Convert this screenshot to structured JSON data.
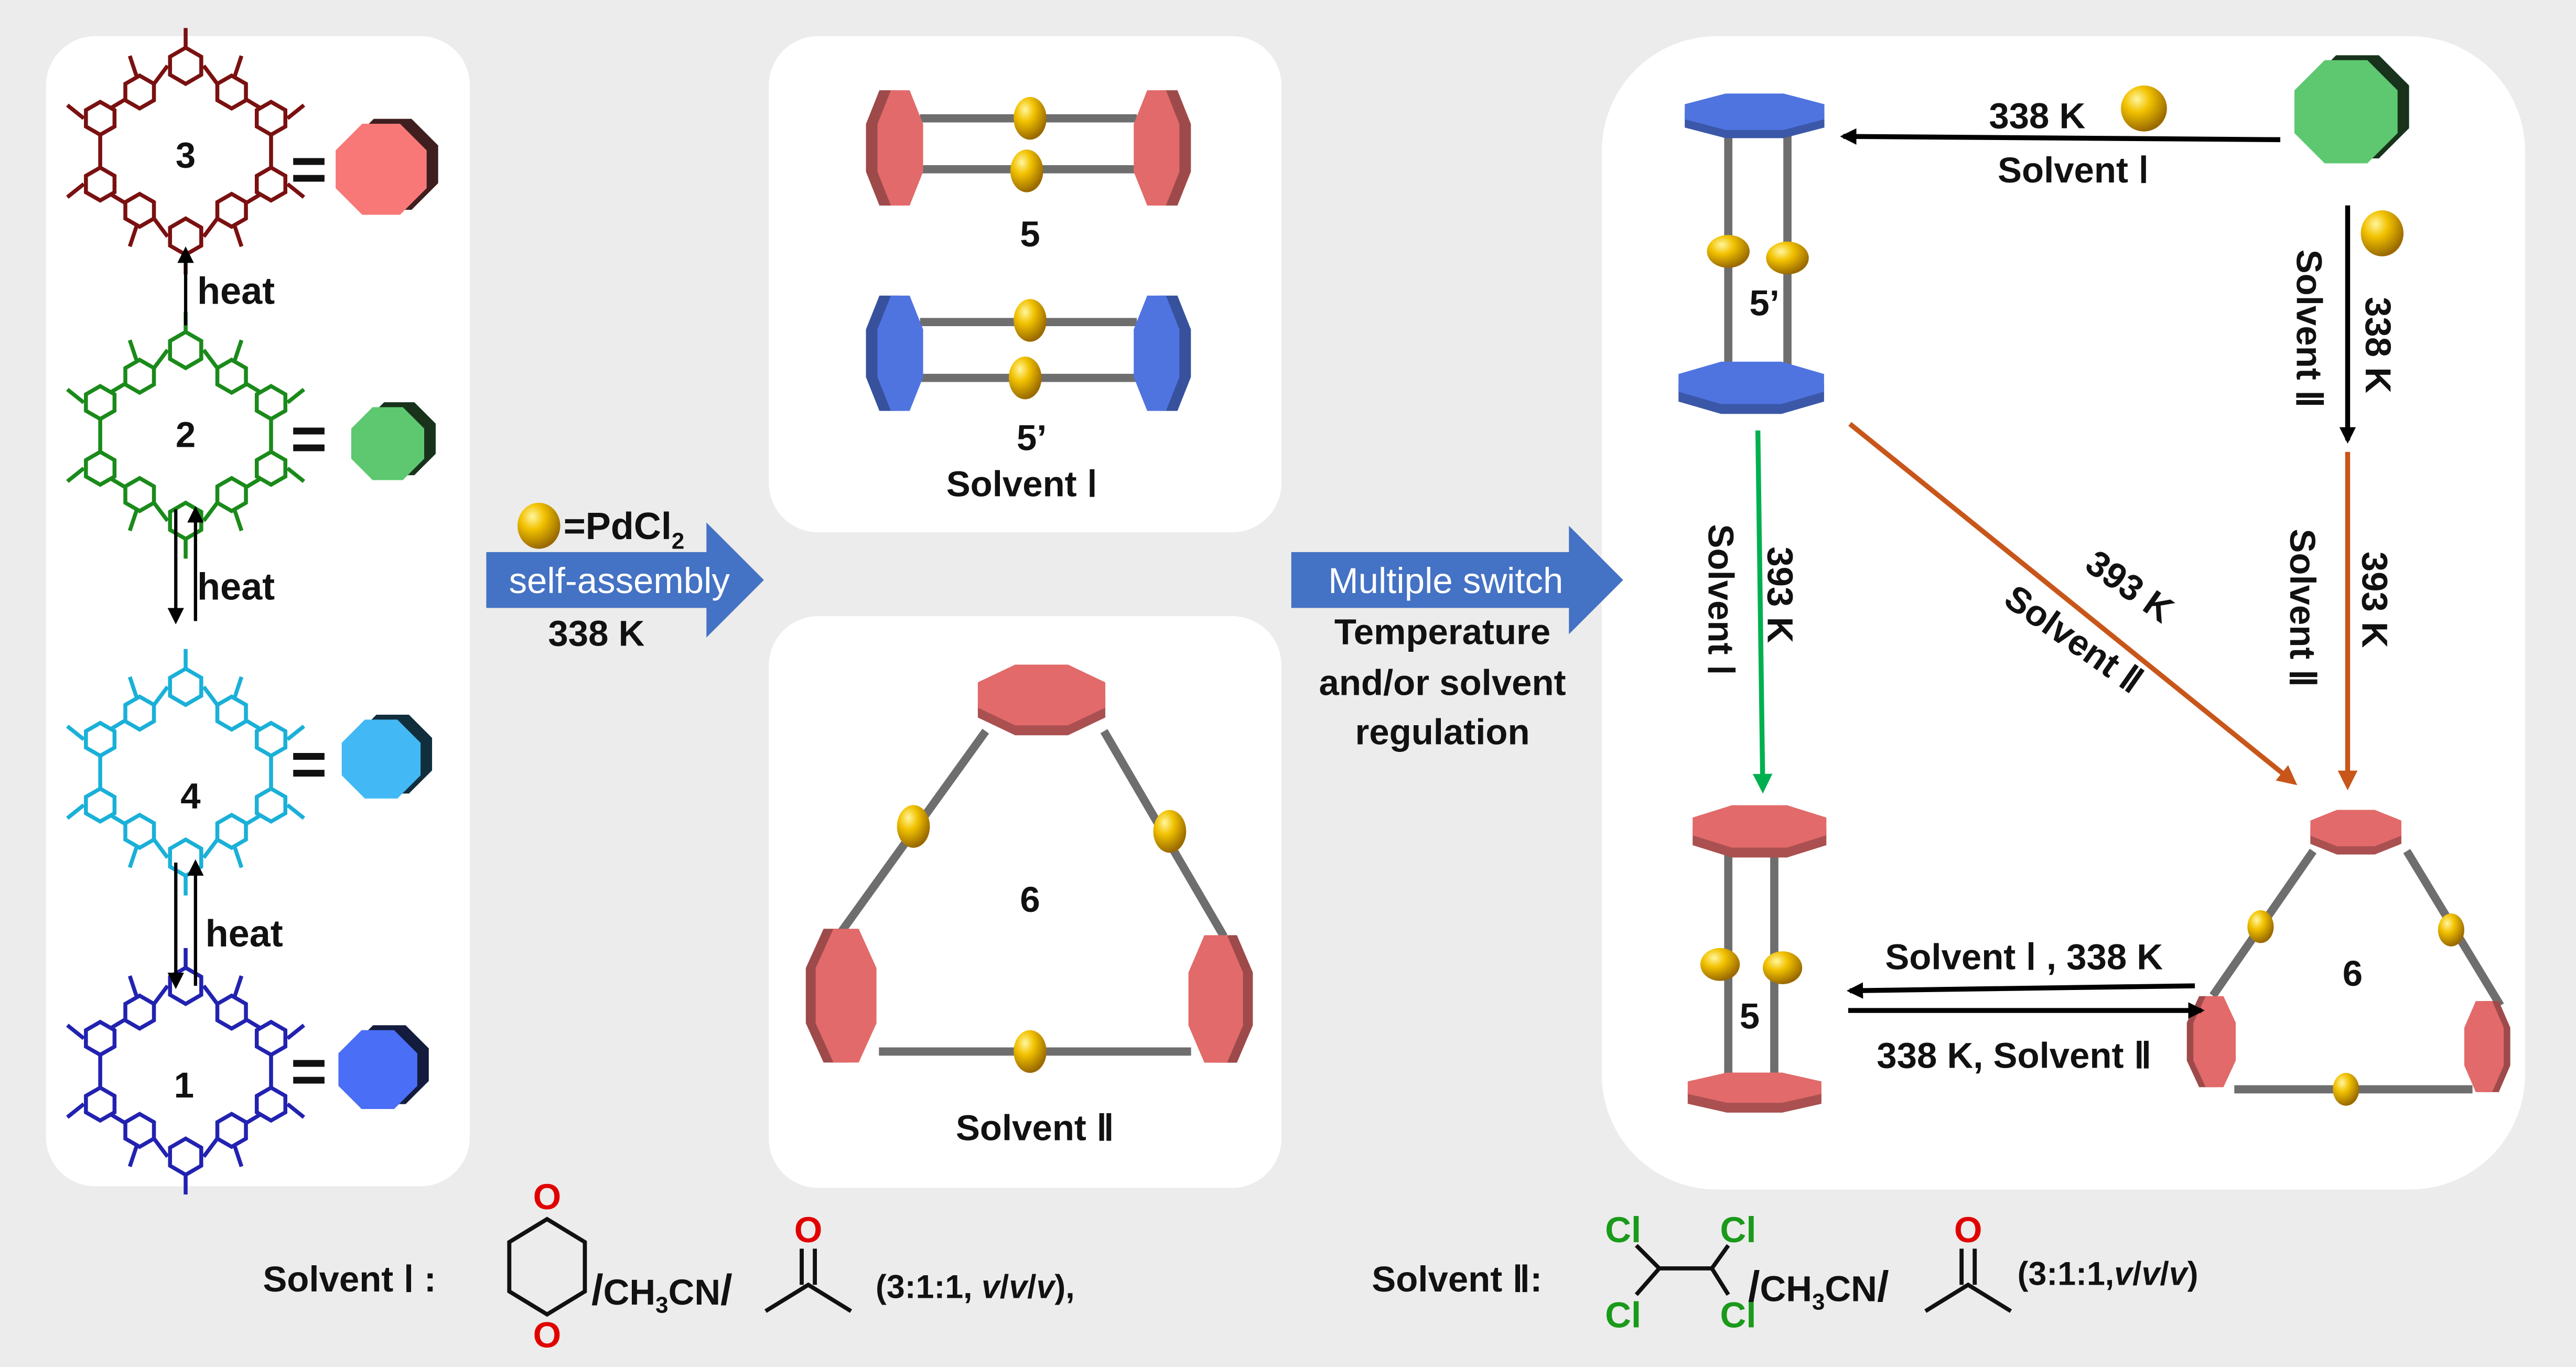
{
  "colors": {
    "background": "#ececec",
    "panel": "#ffffff",
    "cage3": "#7a1010",
    "cage2": "#1a8a1a",
    "cage4": "#1ab0d8",
    "cage1": "#2222b0",
    "octagon3": "#f87878",
    "octagon2": "#5ec870",
    "octagon4": "#42b8f5",
    "octagon1": "#4a6ef5",
    "pink_plate": "#e26a6a",
    "blue_plate": "#4f74e0",
    "bar": "#6e6e6e",
    "gold": "#f2b400",
    "arrow_blue": "#4472c4",
    "arrow_green": "#00b050",
    "arrow_orange": "#c8561a",
    "oxygen": "#e00000",
    "chlorine": "#1a9a1a"
  },
  "left_panel": {
    "cages": [
      {
        "label": "3",
        "equals": "=",
        "icon": "red-octagon"
      },
      {
        "label": "2",
        "equals": "=",
        "icon": "green-octagon"
      },
      {
        "label": "4",
        "equals": "=",
        "icon": "cyan-octagon"
      },
      {
        "label": "1",
        "equals": "=",
        "icon": "blue-octagon"
      }
    ],
    "heat_labels": [
      "heat",
      "heat",
      "heat"
    ]
  },
  "assembly_arrow": {
    "legend_eq": "=PdCl",
    "legend_sub": "2",
    "label": "self-assembly",
    "temperature": "338 K"
  },
  "middle_top_panel": {
    "cage_5": "5",
    "cage_5prime": "5’",
    "solvent": "Solvent Ⅰ"
  },
  "middle_bottom_panel": {
    "cage_6": "6",
    "solvent": "Solvent Ⅱ"
  },
  "switch_arrow": {
    "label": "Multiple  switch",
    "line1": "Temperature",
    "line2": "and/or solvent",
    "line3": "regulation"
  },
  "right_panel": {
    "cage_5prime": "5’",
    "cage_5": "5",
    "cage_6": "6",
    "top_arrow_temp": "338 K",
    "top_arrow_solvent": "Solvent Ⅰ",
    "right_arrow_solvent": "Solvent Ⅱ",
    "right_arrow_temp": "338 K",
    "right_lower_solvent": "Solvent Ⅱ",
    "right_lower_temp": "393 K",
    "diag_temp": "393 K",
    "diag_solvent": "Solvent Ⅱ",
    "green_solvent": "Solvent Ⅰ",
    "green_temp": "393 K",
    "back_arrow_label": "Solvent Ⅰ , 338 K",
    "fwd_arrow_label": "338 K, Solvent Ⅱ"
  },
  "footer": {
    "solvent1": {
      "label": "Solvent Ⅰ :",
      "oxygen": "O",
      "slash": "/",
      "ch": "CH",
      "sub3": "3",
      "cn": "CN",
      "ratio_a": "(3:1:1, ",
      "v": "v",
      "sep": "/",
      "ratio_end": "),"
    },
    "solvent2": {
      "label": "Solvent Ⅱ:",
      "chlorine": "Cl",
      "oxygen": "O",
      "slash": "/",
      "ch": "CH",
      "sub3": "3",
      "cn": "CN",
      "ratio_a": "(3:1:1,",
      "v": "v",
      "sep": "/",
      "ratio_end": ")"
    }
  }
}
